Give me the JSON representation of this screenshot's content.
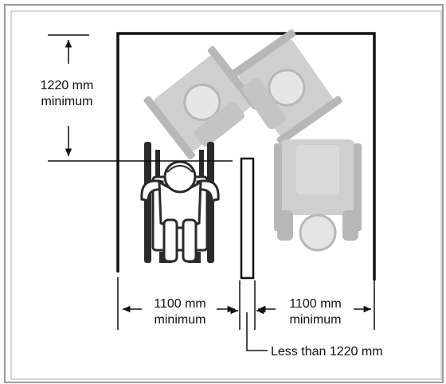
{
  "labels": {
    "vertical_dimension": {
      "line1": "1220 mm",
      "line2": "minimum"
    },
    "left_width": {
      "line1": "1100 mm",
      "line2": "minimum"
    },
    "right_width": {
      "line1": "1100 mm",
      "line2": "minimum"
    },
    "gap": "Less than 1220 mm"
  },
  "colors": {
    "line": "#111111",
    "wheelchair_dark": "#2a2a2a",
    "wheelchair_faded": "#b7b7b7",
    "frame_shadow": "#9a9a9a",
    "page": "#ffffff"
  }
}
